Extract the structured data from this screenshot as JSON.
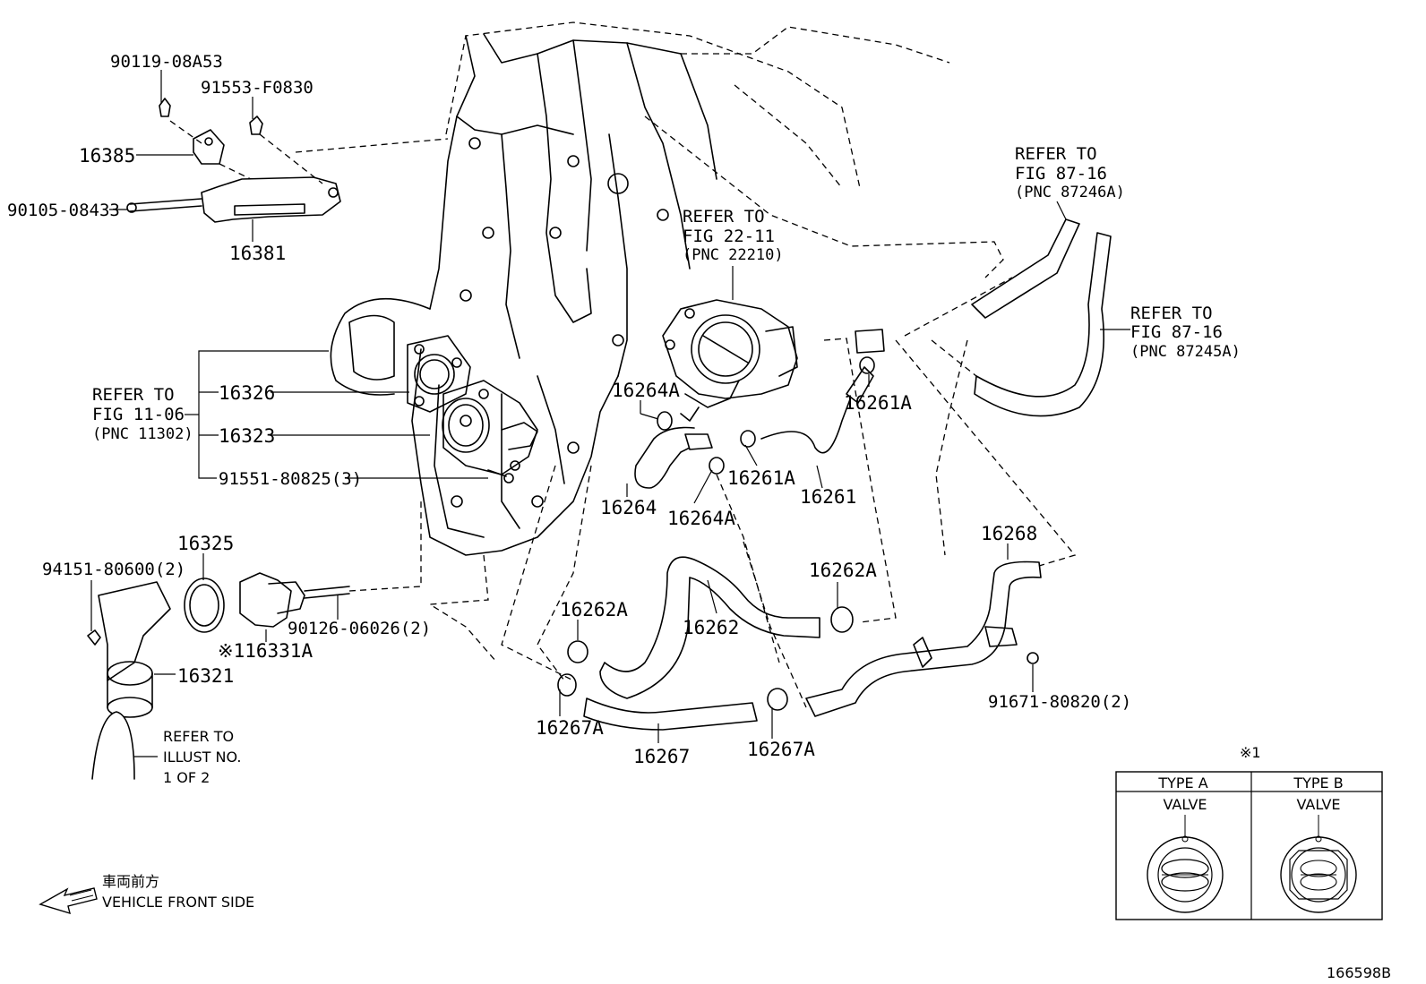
{
  "parts": {
    "p90119": "90119-08A53",
    "p91553": "91553-F0830",
    "p16385": "16385",
    "p90105": "90105-08433",
    "p16381": "16381",
    "p16326": "16326",
    "p16323": "16323",
    "p91551": "91551-80825(3)",
    "p16325": "16325",
    "p94151": "94151-80600(2)",
    "p90126": "90126-06026(2)",
    "p16331A": "※116331A",
    "p16321": "16321",
    "p16264A_top": "16264A",
    "p16264": "16264",
    "p16264A_bot": "16264A",
    "p16261A_top": "16261A",
    "p16261A_mid": "16261A",
    "p16261": "16261",
    "p16268": "16268",
    "p16262A_right": "16262A",
    "p16262A_left": "16262A",
    "p16262": "16262",
    "p16267A_left": "16267A",
    "p16267": "16267",
    "p16267A_right": "16267A",
    "p91671": "91671-80820(2)"
  },
  "refs": {
    "fig11": {
      "line1": "REFER TO",
      "line2": "FIG 11-06",
      "line3": "(PNC 11302)"
    },
    "fig22": {
      "line1": "REFER TO",
      "line2": "FIG 22-11",
      "line3": "(PNC 22210)"
    },
    "fig87a": {
      "line1": "REFER TO",
      "line2": "FIG 87-16",
      "line3": "(PNC 87246A)"
    },
    "fig87b": {
      "line1": "REFER TO",
      "line2": "FIG 87-16",
      "line3": "(PNC 87245A)"
    },
    "illust": {
      "line1": "REFER TO",
      "line2": "ILLUST NO.",
      "line3": "1 OF 2"
    }
  },
  "front": {
    "jp": "車両前方",
    "en": "VEHICLE FRONT SIDE"
  },
  "legend": {
    "mark": "※1",
    "type_a": "TYPE A",
    "type_b": "TYPE B",
    "valve_a": "VALVE",
    "valve_b": "VALVE"
  },
  "illustration_id": "166598B"
}
